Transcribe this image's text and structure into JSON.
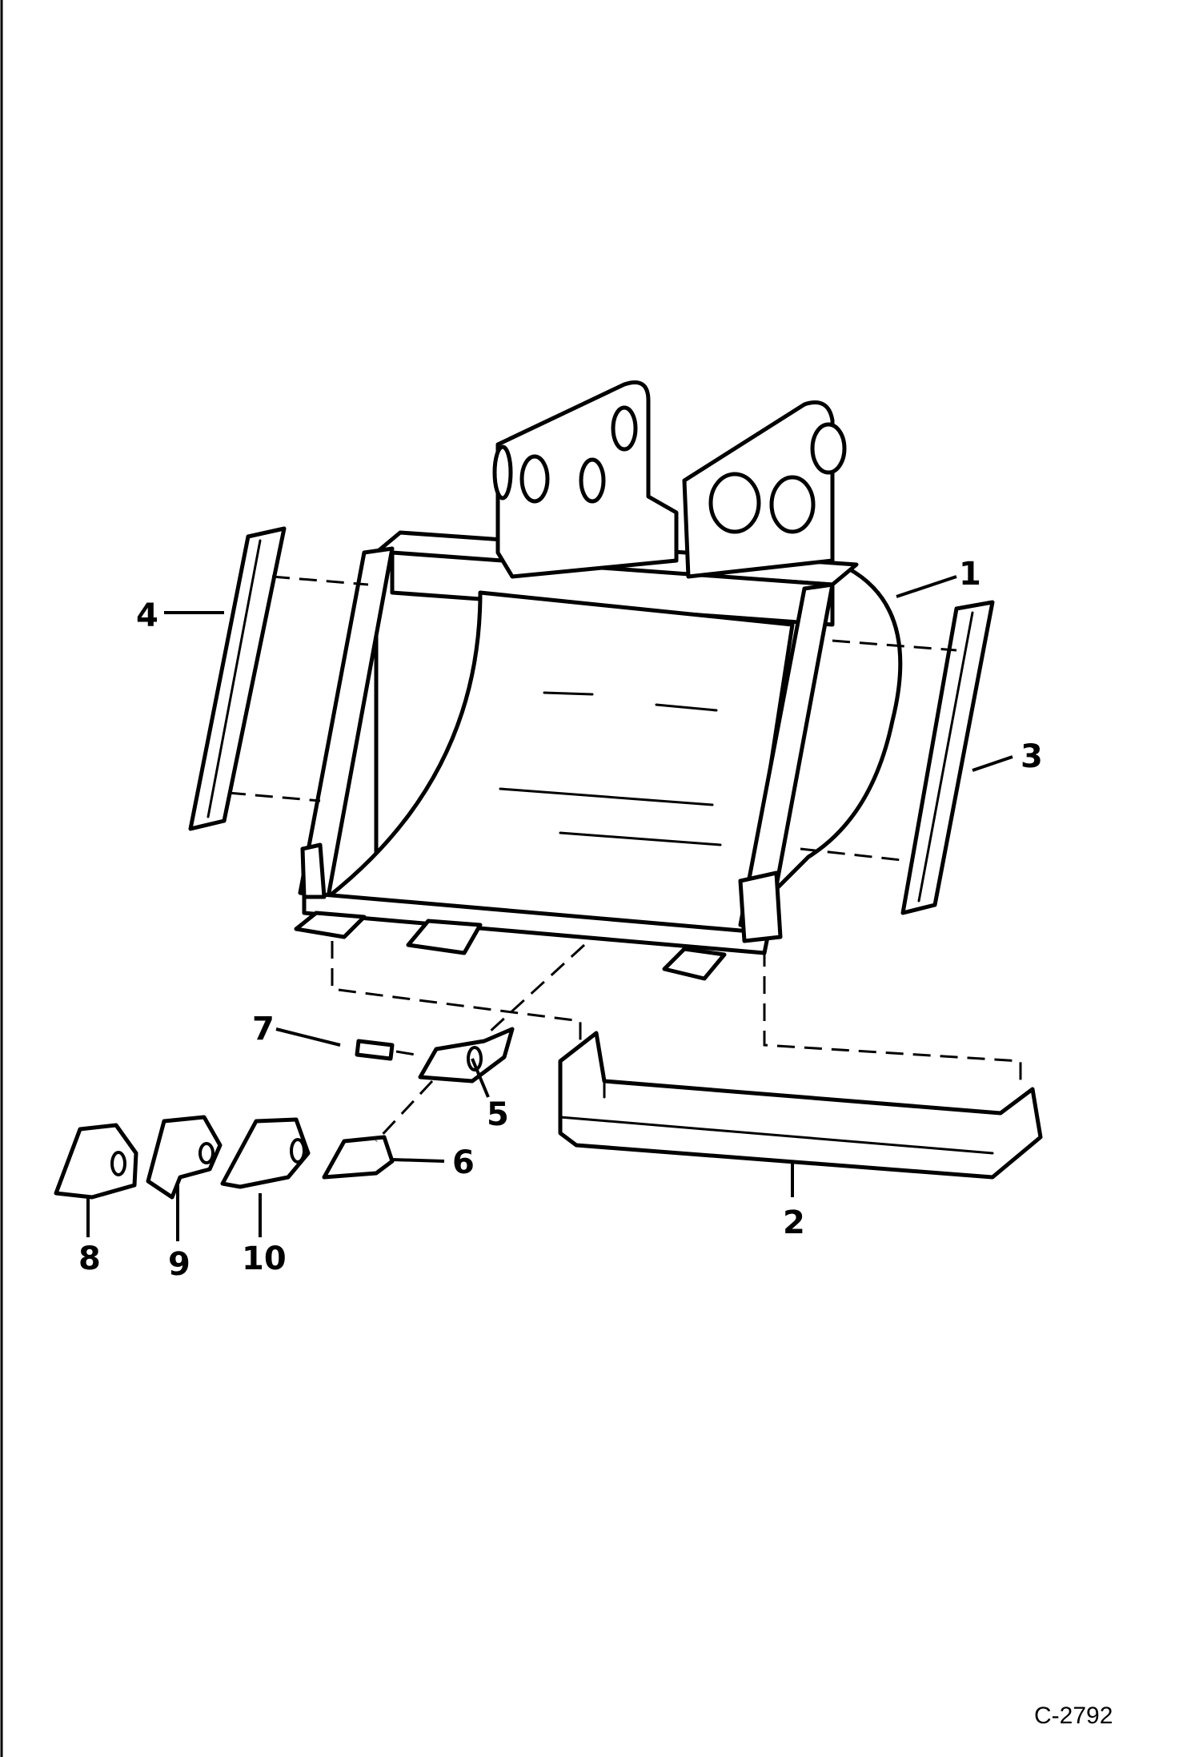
{
  "diagram": {
    "callouts": [
      {
        "id": "1",
        "label": "1"
      },
      {
        "id": "2",
        "label": "2"
      },
      {
        "id": "3",
        "label": "3"
      },
      {
        "id": "4",
        "label": "4"
      },
      {
        "id": "5",
        "label": "5"
      },
      {
        "id": "6",
        "label": "6"
      },
      {
        "id": "7",
        "label": "7"
      },
      {
        "id": "8",
        "label": "8"
      },
      {
        "id": "9",
        "label": "9"
      },
      {
        "id": "10",
        "label": "10"
      }
    ],
    "figure_code": "C-2792"
  },
  "colors": {
    "ink": "#000000",
    "paper": "#ffffff"
  }
}
